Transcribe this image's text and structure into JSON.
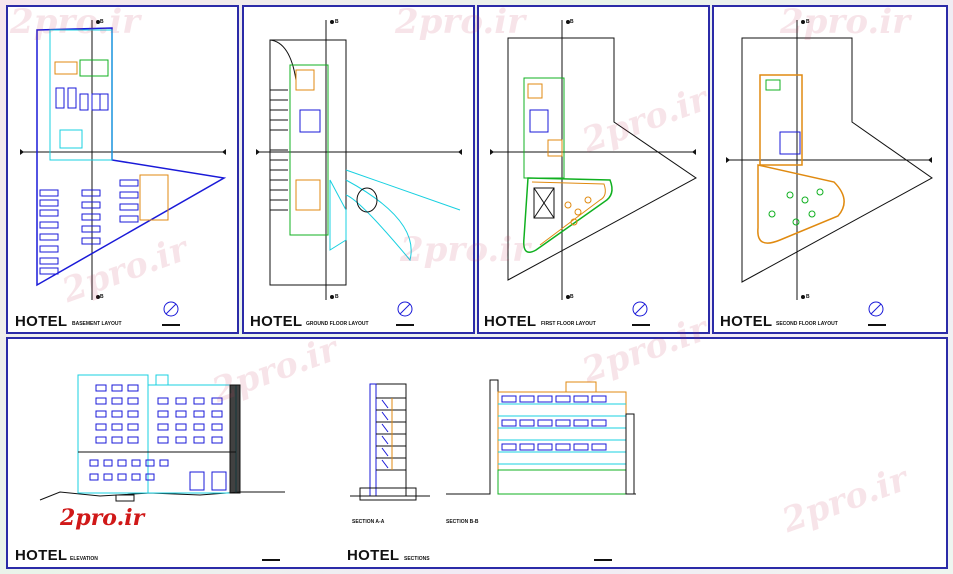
{
  "panels": {
    "basement": {
      "title": "HOTEL",
      "subtitle": "BASEMENT LAYOUT"
    },
    "ground": {
      "title": "HOTEL",
      "subtitle": "GROUND FLOOR LAYOUT"
    },
    "first": {
      "title": "HOTEL",
      "subtitle": "FIRST FLOOR LAYOUT"
    },
    "second": {
      "title": "HOTEL",
      "subtitle": "SECOND FLOOR LAYOUT"
    },
    "elevation": {
      "title": "HOTEL",
      "subtitle": "ELEVATION"
    },
    "section": {
      "title": "HOTEL",
      "subtitle": "SECTIONS",
      "label_aa": "SECTION A-A",
      "label_bb": "SECTION B-B"
    }
  },
  "section_marker": "B",
  "watermark": "2pro.ir",
  "logo": "2pro.ir",
  "colors": {
    "border": "#2b2ba8",
    "cyan": "#18d0e0",
    "green": "#10b020",
    "orange": "#e08a10",
    "blue": "#1a1ad8",
    "black": "#111111"
  }
}
